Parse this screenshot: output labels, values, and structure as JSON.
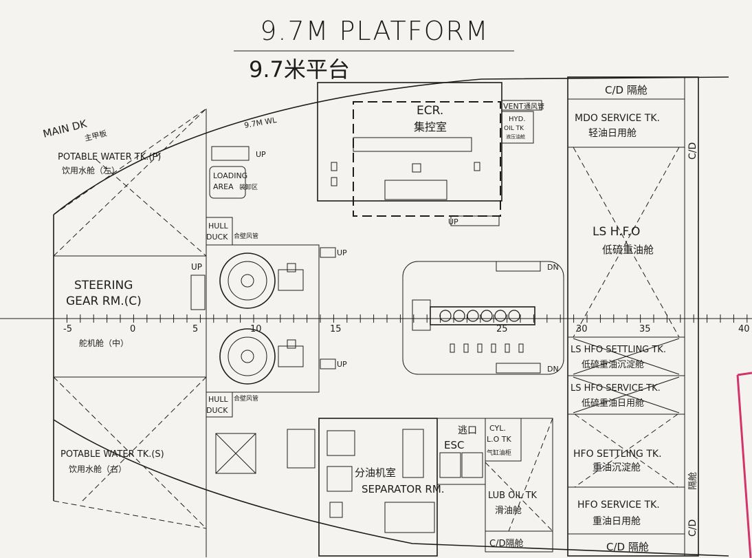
{
  "title": {
    "en": "9.7M  PLATFORM",
    "cn": "9.7米平台"
  },
  "hull": {
    "main_dk": "MAIN DK",
    "main_dk_cn": "主甲板",
    "wl": "9.7M WL"
  },
  "rooms": {
    "potable_p": "POTABLE WATER TK.(P)",
    "potable_p_cn": "饮用水舱（左）",
    "potable_s": "POTABLE WATER TK.(S)",
    "potable_s_cn": "饮用水舱（右）",
    "steering_1": "STEERING",
    "steering_2": "GEAR RM.(C)",
    "steering_cn": "舵机舱（中）",
    "loading_1": "LOADING",
    "loading_2": "AREA",
    "loading_cn": "装卸区",
    "hull_duck_1": "HULL",
    "hull_duck_2": "DUCK",
    "hull_duck_cn": "合壁风管",
    "ecr": "ECR.",
    "ecr_cn": "集控室",
    "vent": "VENT",
    "vent_cn": "通风管",
    "hyd_1": "HYD.",
    "hyd_2": "OIL TK",
    "hyd_cn": "液压油舱",
    "esc_cn": "逃口",
    "esc": "ESC",
    "cyl_1": "CYL.",
    "cyl_2": "L.O TK",
    "cyl_cn": "气缸油柜",
    "separator_cn": "分油机室",
    "separator": "SEPARATOR RM.",
    "lub_oil": "LUB OIL TK",
    "lub_oil_cn": "滑油舱",
    "cd_lower": "C/D隔舱"
  },
  "tanks": {
    "cd_top": "C/D  隔舱",
    "mdo": "MDO SERVICE TK.",
    "mdo_cn": "轻油日用舱",
    "ls_hfo": "LS  H.F.O",
    "ls_hfo_cn": "低硫重油舱",
    "ls_settling": "LS HFO SETTLING TK.",
    "ls_settling_cn": "低硫重油沉淀舱",
    "ls_service": "LS HFO SERVICE TK.",
    "ls_service_cn": "低硫重油日用舱",
    "hfo_settling": "HFO SETTLING TK.",
    "hfo_settling_cn": "重油沉淀舱",
    "hfo_service": "HFO SERVICE TK.",
    "hfo_service_cn": "重油日用舱",
    "cd_bottom": "C/D  隔舱",
    "cd_side": "C/D",
    "cd_side_cn": "隔舱"
  },
  "stairs": {
    "up": "UP",
    "dn": "DN"
  },
  "frames": [
    "-5",
    "0",
    "5",
    "10",
    "15",
    "25",
    "30",
    "35",
    "40"
  ]
}
